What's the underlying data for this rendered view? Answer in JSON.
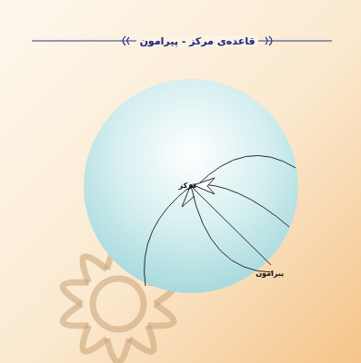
{
  "diagram": {
    "title": "قاعده‌ی مرکز - پیرامون",
    "labels": [
      "مرکز",
      "پیرامون"
    ]
  }
}
